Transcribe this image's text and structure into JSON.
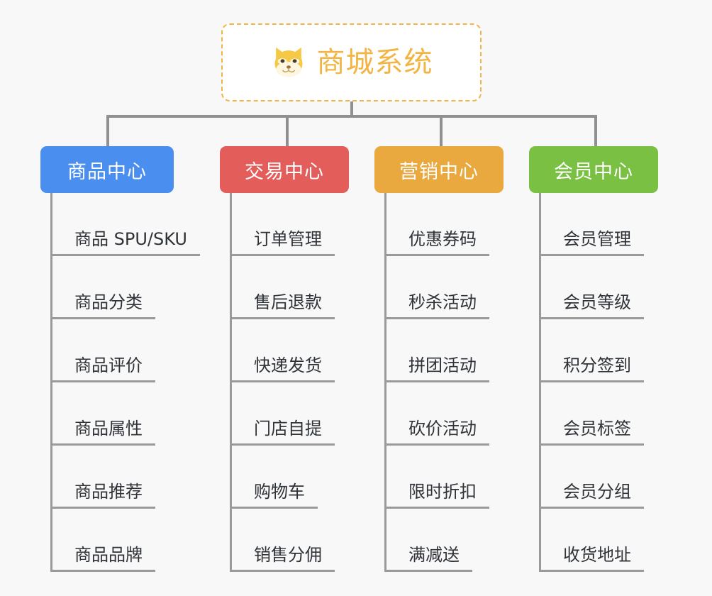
{
  "background_color": "#f8f8f8",
  "root": {
    "title": "商城系统",
    "icon": "shiba-dog-face-icon",
    "text_color": "#f2b544",
    "border_color": "#f0b644",
    "border_style": "dashed"
  },
  "connector_color": "#909090",
  "categories": [
    {
      "label": "商品中心",
      "color": "#4a8ef0",
      "items": [
        "商品 SPU/SKU",
        "商品分类",
        "商品评价",
        "商品属性",
        "商品推荐",
        "商品品牌"
      ]
    },
    {
      "label": "交易中心",
      "color": "#e35d5b",
      "items": [
        "订单管理",
        "售后退款",
        "快递发货",
        "门店自提",
        "购物车",
        "销售分佣"
      ]
    },
    {
      "label": "营销中心",
      "color": "#e9a93e",
      "items": [
        "优惠券码",
        "秒杀活动",
        "拼团活动",
        "砍价活动",
        "限时折扣",
        "满减送"
      ]
    },
    {
      "label": "会员中心",
      "color": "#7ac143",
      "items": [
        "会员管理",
        "会员等级",
        "积分签到",
        "会员标签",
        "会员分组",
        "收货地址"
      ]
    }
  ]
}
